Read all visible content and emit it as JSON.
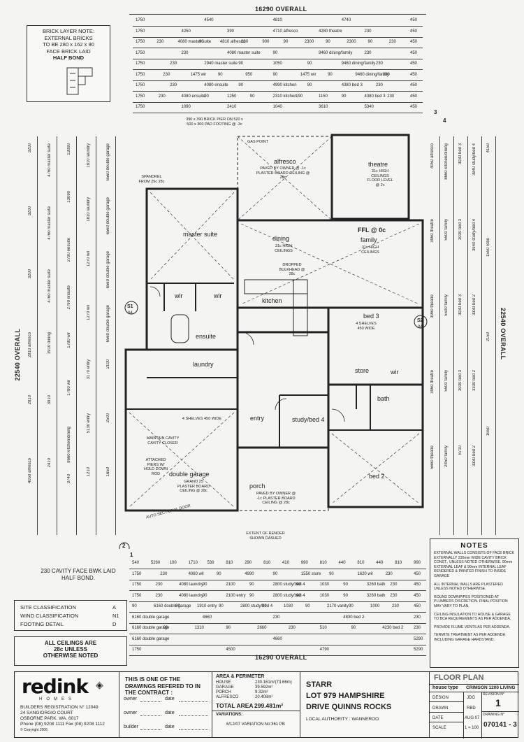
{
  "header": {
    "overall_top": "16290 OVERALL",
    "overall_bottom": "16290 OVERALL",
    "overall_left": "22540 OVERALL",
    "overall_right": "22540 OVERALL"
  },
  "brick_note": {
    "lines": [
      "BRICK LAYER NOTE:",
      "EXTERNAL BRICKS",
      "TO BE 280 x 162 x 90",
      "FACE BRICK LAID",
      "HALF BOND"
    ]
  },
  "top_dims": [
    [
      "1750",
      "4540",
      "4810",
      "4740",
      "450"
    ],
    [
      "1750",
      "4250",
      "390",
      "4710 alfresco",
      "4280 theatre",
      "230",
      "450"
    ],
    [
      "1750",
      "230",
      "4080 master suite",
      "90",
      "4810 alfresco",
      "230",
      "900",
      "90",
      "2300",
      "90",
      "2300",
      "90",
      "230",
      "450"
    ],
    [
      "1750",
      "230",
      "4080 master suite",
      "90",
      "9460 dining/family",
      "230",
      "450"
    ],
    [
      "1750",
      "230",
      "2940 master suite",
      "90",
      "1050",
      "90",
      "9460 dining/family",
      "230",
      "450"
    ],
    [
      "1750",
      "230",
      "1475 wir",
      "90",
      "950",
      "90",
      "1475 wir",
      "90",
      "9460 dining/family",
      "230",
      "450"
    ],
    [
      "1750",
      "230",
      "4080 ensuite",
      "90",
      "4990 kitchen",
      "90",
      "4380 bed 3",
      "230",
      "450"
    ],
    [
      "1750",
      "230",
      "4080 ensuite",
      "90",
      "1250",
      "90",
      "2310 kitchen",
      "190",
      "1150",
      "90",
      "4380 bed 3",
      "230",
      "450"
    ],
    [
      "1750",
      "1090",
      "2410",
      "1040",
      "3610",
      "5340",
      "450"
    ]
  ],
  "bottom_dims": [
    [
      "540",
      "5260",
      "100",
      "1710",
      "530",
      "810",
      "290",
      "810",
      "410",
      "990",
      "810",
      "440",
      "810",
      "440",
      "810",
      "990"
    ],
    [
      "1750",
      "230",
      "4080 wil",
      "90",
      "4990",
      "90",
      "1550 store",
      "90",
      "1620 wir",
      "230",
      "450"
    ],
    [
      "1750",
      "230",
      "4080 laundry",
      "90",
      "2100",
      "90",
      "2800 study/bed 4",
      "90",
      "1030",
      "90",
      "3260 bath",
      "230",
      "450"
    ],
    [
      "1750",
      "230",
      "4080 laundry",
      "90",
      "2100 entry",
      "90",
      "2800 study/bed 4",
      "90",
      "1030",
      "90",
      "3260 bath",
      "230",
      "450"
    ],
    [
      "90",
      "6160 double garage",
      "90",
      "1910 entry",
      "90",
      "2800 study/bed 4",
      "90",
      "1030",
      "90",
      "2170 vanity",
      "90",
      "1000",
      "230",
      "450"
    ],
    [
      "6160 double garage",
      "4660",
      "230",
      "4830 bed 2",
      "230"
    ],
    [
      "6160 double garage",
      "90",
      "1310",
      "90",
      "2660",
      "230",
      "510",
      "90",
      "4230 bed 2",
      "230"
    ],
    [
      "6160 double garage",
      "4660",
      "5290"
    ],
    [
      "1750",
      "4500",
      "4790",
      "5290"
    ]
  ],
  "left_dims": [
    [
      "3200",
      "3200",
      "3200",
      "2810 alfresco",
      "2810",
      "4050 alfresco"
    ],
    [
      "4760 master suite",
      "4760 master suite",
      "4760 master suite",
      "3910 dining",
      "3910",
      "2410"
    ],
    [
      "13090",
      "13090",
      "2790 ensuite",
      "2790 ensuite",
      "1780 wir",
      "1780 wir",
      "8660 kitchen/dining",
      "3740"
    ],
    [
      "1810 laundry",
      "1810 laundry",
      "1270 wil",
      "1270 wil",
      "3170 entry",
      "5130 entry",
      "1210"
    ],
    [
      "6560 double garage",
      "6560 double garage",
      "6560 double garage",
      "6560 double garage",
      "2100",
      "2500",
      "1650"
    ]
  ],
  "right_dims": [
    [
      "4050 alfresco",
      "3960 theatre",
      "3960 theatre",
      "3960 theatre",
      "5660 theatre"
    ],
    [
      "8660 kitchen/dining",
      "5500 family",
      "5500 family",
      "5500 family",
      "2450 family"
    ],
    [
      "3030 bed 3",
      "3030 bed 3",
      "3030 bed 3",
      "3030 bed 3",
      "8710"
    ],
    [
      "3940 study/bed 4",
      "3940 study/bed 4",
      "3330 bed 2",
      "3330 bed 2",
      "3330 bed 2"
    ],
    [
      "4150",
      "1550 robe",
      "2150",
      "1650"
    ]
  ],
  "rooms": {
    "alfresco": "alfresco",
    "alfresco_note": "PAVED BY OWNER @ -1c PLASTER BOARD CEILING @ 28c",
    "theatre": "theatre",
    "theatre_note": "31c HIGH CEILINGS FLOOR LEVEL @ 2c",
    "master_suite": "master suite",
    "dining": "dining",
    "dining_note": "31c HIGH CEILINGS",
    "ffl": "FFL @ 0c",
    "family": "family",
    "family_note": "31c HIGH CEILINGS",
    "wir_left": "wir",
    "wir_right": "wir",
    "ensuite": "ensuite",
    "kitchen": "kitchen",
    "bed3": "bed 3",
    "bed3_note": "4 SHELVES 450 WIDE",
    "laundry": "laundry",
    "store": "store",
    "wir_bed3": "wir",
    "entry": "entry",
    "study": "study/bed 4",
    "bath": "bath",
    "double_garage": "double garage",
    "garage_note": "GRANO 25 PLASTER BOARD CEILING @ 28c",
    "porch": "porch",
    "porch_note": "PAVED BY OWNER @ -1c PLASTER BOARD CEILING @ 28c",
    "bed2": "bed 2",
    "gas_point": "GAS POINT",
    "spandrel": "SPANDREL FROM 25c 28c",
    "dropped_bulkhead": "DROPPED BULKHEAD @ 28c",
    "auto_door": "AUTO SECTIONAL DOOR",
    "four_shelves": "4 SHELVES 450 WIDE",
    "maintain_cavity": "MAINTAIN CAVITY CAVITY CLOSER",
    "attached_piers": "ATTACHED PIERS W/ HOLD DOWN ROD",
    "extent_render": "EXTENT OF RENDER SHOWN DASHED",
    "brick_pier": "390 x 390 BRICK PIER ON 520 x 500 x 300 PAD FOOTING @ -3c",
    "section_s1": "S1",
    "section_s1_sub": "04",
    "section_s2": "S2",
    "section_s2_sub": "04",
    "grid_2": "2",
    "grid_1": "1",
    "grid_3": "3",
    "grid_4": "4"
  },
  "notes": {
    "title": "NOTES",
    "items": [
      "EXTERNAL WALLS CONSISTS OF FACE BRICK EXTERNALLY 230mm WIDE CAVITY BRICK CONST., UNLESS NOTED OTHERWISE. 90mm EXTERNAL LEAF & 90mm INTERNAL LEAF RENDERED & PAINTED FINISH TO INSIDE GARAGE",
      "ALL INTERNAL WALLS ARE PLASTERED UNLESS NOTED OTHERWISE.",
      "ROUND DOWNPIPES POSITIONED AT PLUMBERS DISCRETION. FINAL POSITION MAY VARY TO PLAN.",
      "CEILING INSULATION TO HOUSE & GARAGE TO BCA REQUIREMENTS AS PER ADDENDA.",
      "PROVIDE FLUME VENTS AS PER ADDENDA.",
      "TERMITE TREATMENT AS PER ADDENDA INCLUDING GARAGE HARDSTAND."
    ]
  },
  "cavity_note": "230 CAVITY FACE BWK LAID HALF BOND.",
  "site": {
    "rows": [
      {
        "label": "SITE CLASSIFICATION",
        "value": "A"
      },
      {
        "label": "WIND CLASSIFICATION",
        "value": "N1"
      },
      {
        "label": "FOOTING DETAIL",
        "value": "D"
      }
    ]
  },
  "ceilings_note": [
    "ALL CEILINGS ARE",
    "28c UNLESS",
    "OTHERWISE NOTED"
  ],
  "title_block": {
    "logo": "redink",
    "homes": "HOMES",
    "builder_reg": "BUILDERS REGISTRATION N° 12049",
    "address1": "24 SANGIORGIO COURT",
    "address2": "OSBORNE PARK. WA. 6017",
    "phone": "Phone (08) 9208 1111 Fax (08) 9208 1112",
    "copyright": "© Copyright 2006",
    "contract_title": "THIS IS ONE OF THE DRAWINGS REFERED TO IN THE CONTRACT :",
    "owner1": "owner",
    "owner2": "owner",
    "builder": "builder",
    "date": "date",
    "area_title": "AREA & PERIMETER",
    "areas": [
      {
        "name": "HOUSE",
        "value": "230.161m²(73.66m)"
      },
      {
        "name": "GARAGE",
        "value": "39.592m²"
      },
      {
        "name": "PORCH",
        "value": "9.32m²"
      },
      {
        "name": "ALFRESCO",
        "value": "20.408m²"
      }
    ],
    "total_label": "TOTAL AREA",
    "total_value": "299.481m²",
    "variations_label": "VARIATIONS:",
    "variation": "6/12/07 VARIATION No:361 PB",
    "client": "STARR",
    "lot1": "LOT 979 HAMPSHIRE",
    "lot2": "DRIVE QUINNS ROCKS",
    "local_authority": "LOCAL AUTHORITY : WANNEROO",
    "sheet_title": "FLOOR PLAN",
    "house_type_label": "house type",
    "house_type": "CRIMSON 1200 LIVING",
    "design_label": "DESIGN",
    "design": "JDG",
    "drawn_label": "DRAWN",
    "drawn": "RBD",
    "date_label": "DATE",
    "date_value": "AUG 07",
    "scale_label": "SCALE",
    "scale": "1 = 100",
    "revision_label": "REVISION N°",
    "revision": "1",
    "drawing_label": "DRAWING N°",
    "drawing": "070141 - 3"
  }
}
